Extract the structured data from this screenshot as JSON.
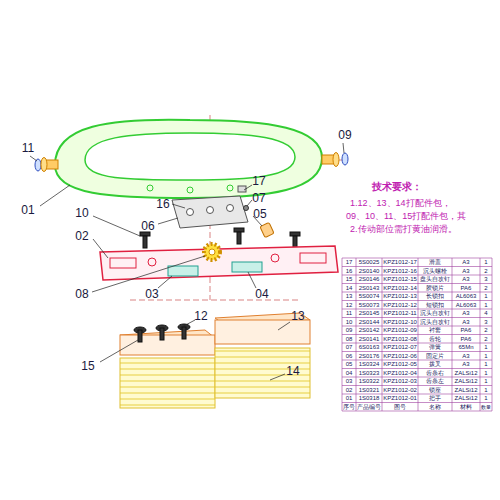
{
  "diagram": {
    "labels": [
      "11",
      "09",
      "01",
      "16",
      "17",
      "06",
      "07",
      "05",
      "10",
      "02",
      "08",
      "03",
      "04",
      "12",
      "13",
      "15",
      "14",
      "技术要求：",
      "1.12、13、14打配件包，",
      "09、10、11、15打配件包，其",
      "2.传动部位需打黄油润滑。",
      "17",
      "5S0025",
      "KPZ1012-17",
      "滑盖",
      "A3",
      "1",
      "16",
      "2S0140",
      "KPZ1012-16",
      "沉头螺栓",
      "A3",
      "2",
      "15",
      "2S0146",
      "KPZ1012-15",
      "盘头自攻钉",
      "A3",
      "3",
      "14",
      "2S0143",
      "KPZ1012-14",
      "胶锁片",
      "PA6",
      "2",
      "13",
      "5S0074",
      "KPZ1012-13",
      "长锁扣",
      "AL6063",
      "1",
      "12",
      "5S0073",
      "KPZ1012-12",
      "短锁扣",
      "AL6063",
      "1",
      "11",
      "2S0145",
      "KPZ1012-11",
      "沉头自攻钉",
      "A3",
      "4",
      "10",
      "2S0144",
      "KPZ1012-10",
      "沉头自攻钉",
      "A3",
      "3",
      "09",
      "2S0142",
      "KPZ1012-09",
      "衬套",
      "PA6",
      "2",
      "08",
      "2S0141",
      "KPZ1012-08",
      "齿轮",
      "PA6",
      "2",
      "07",
      "6S0163",
      "KPZ1012-07",
      "弹簧",
      "65Mn",
      "1",
      "06",
      "2S0176",
      "KPZ1012-06",
      "固定片",
      "A3",
      "1",
      "05",
      "1S0324",
      "KPZ1012-05",
      "拨叉",
      "A3",
      "1",
      "04",
      "1S0323",
      "KPZ1012-04",
      "齿条右",
      "ZALSi12",
      "1",
      "03",
      "1S0322",
      "KPZ1012-03",
      "齿条左",
      "ZALSi12",
      "1",
      "02",
      "1S0321",
      "KPZ1012-02",
      "锁座",
      "ZALSi12",
      "1",
      "01",
      "1S0318",
      "KPZ1012-01",
      "把手",
      "ZALSi12",
      "1",
      "序号",
      "产品编号",
      "图号",
      "名称",
      "材料",
      "数量"
    ]
  }
}
